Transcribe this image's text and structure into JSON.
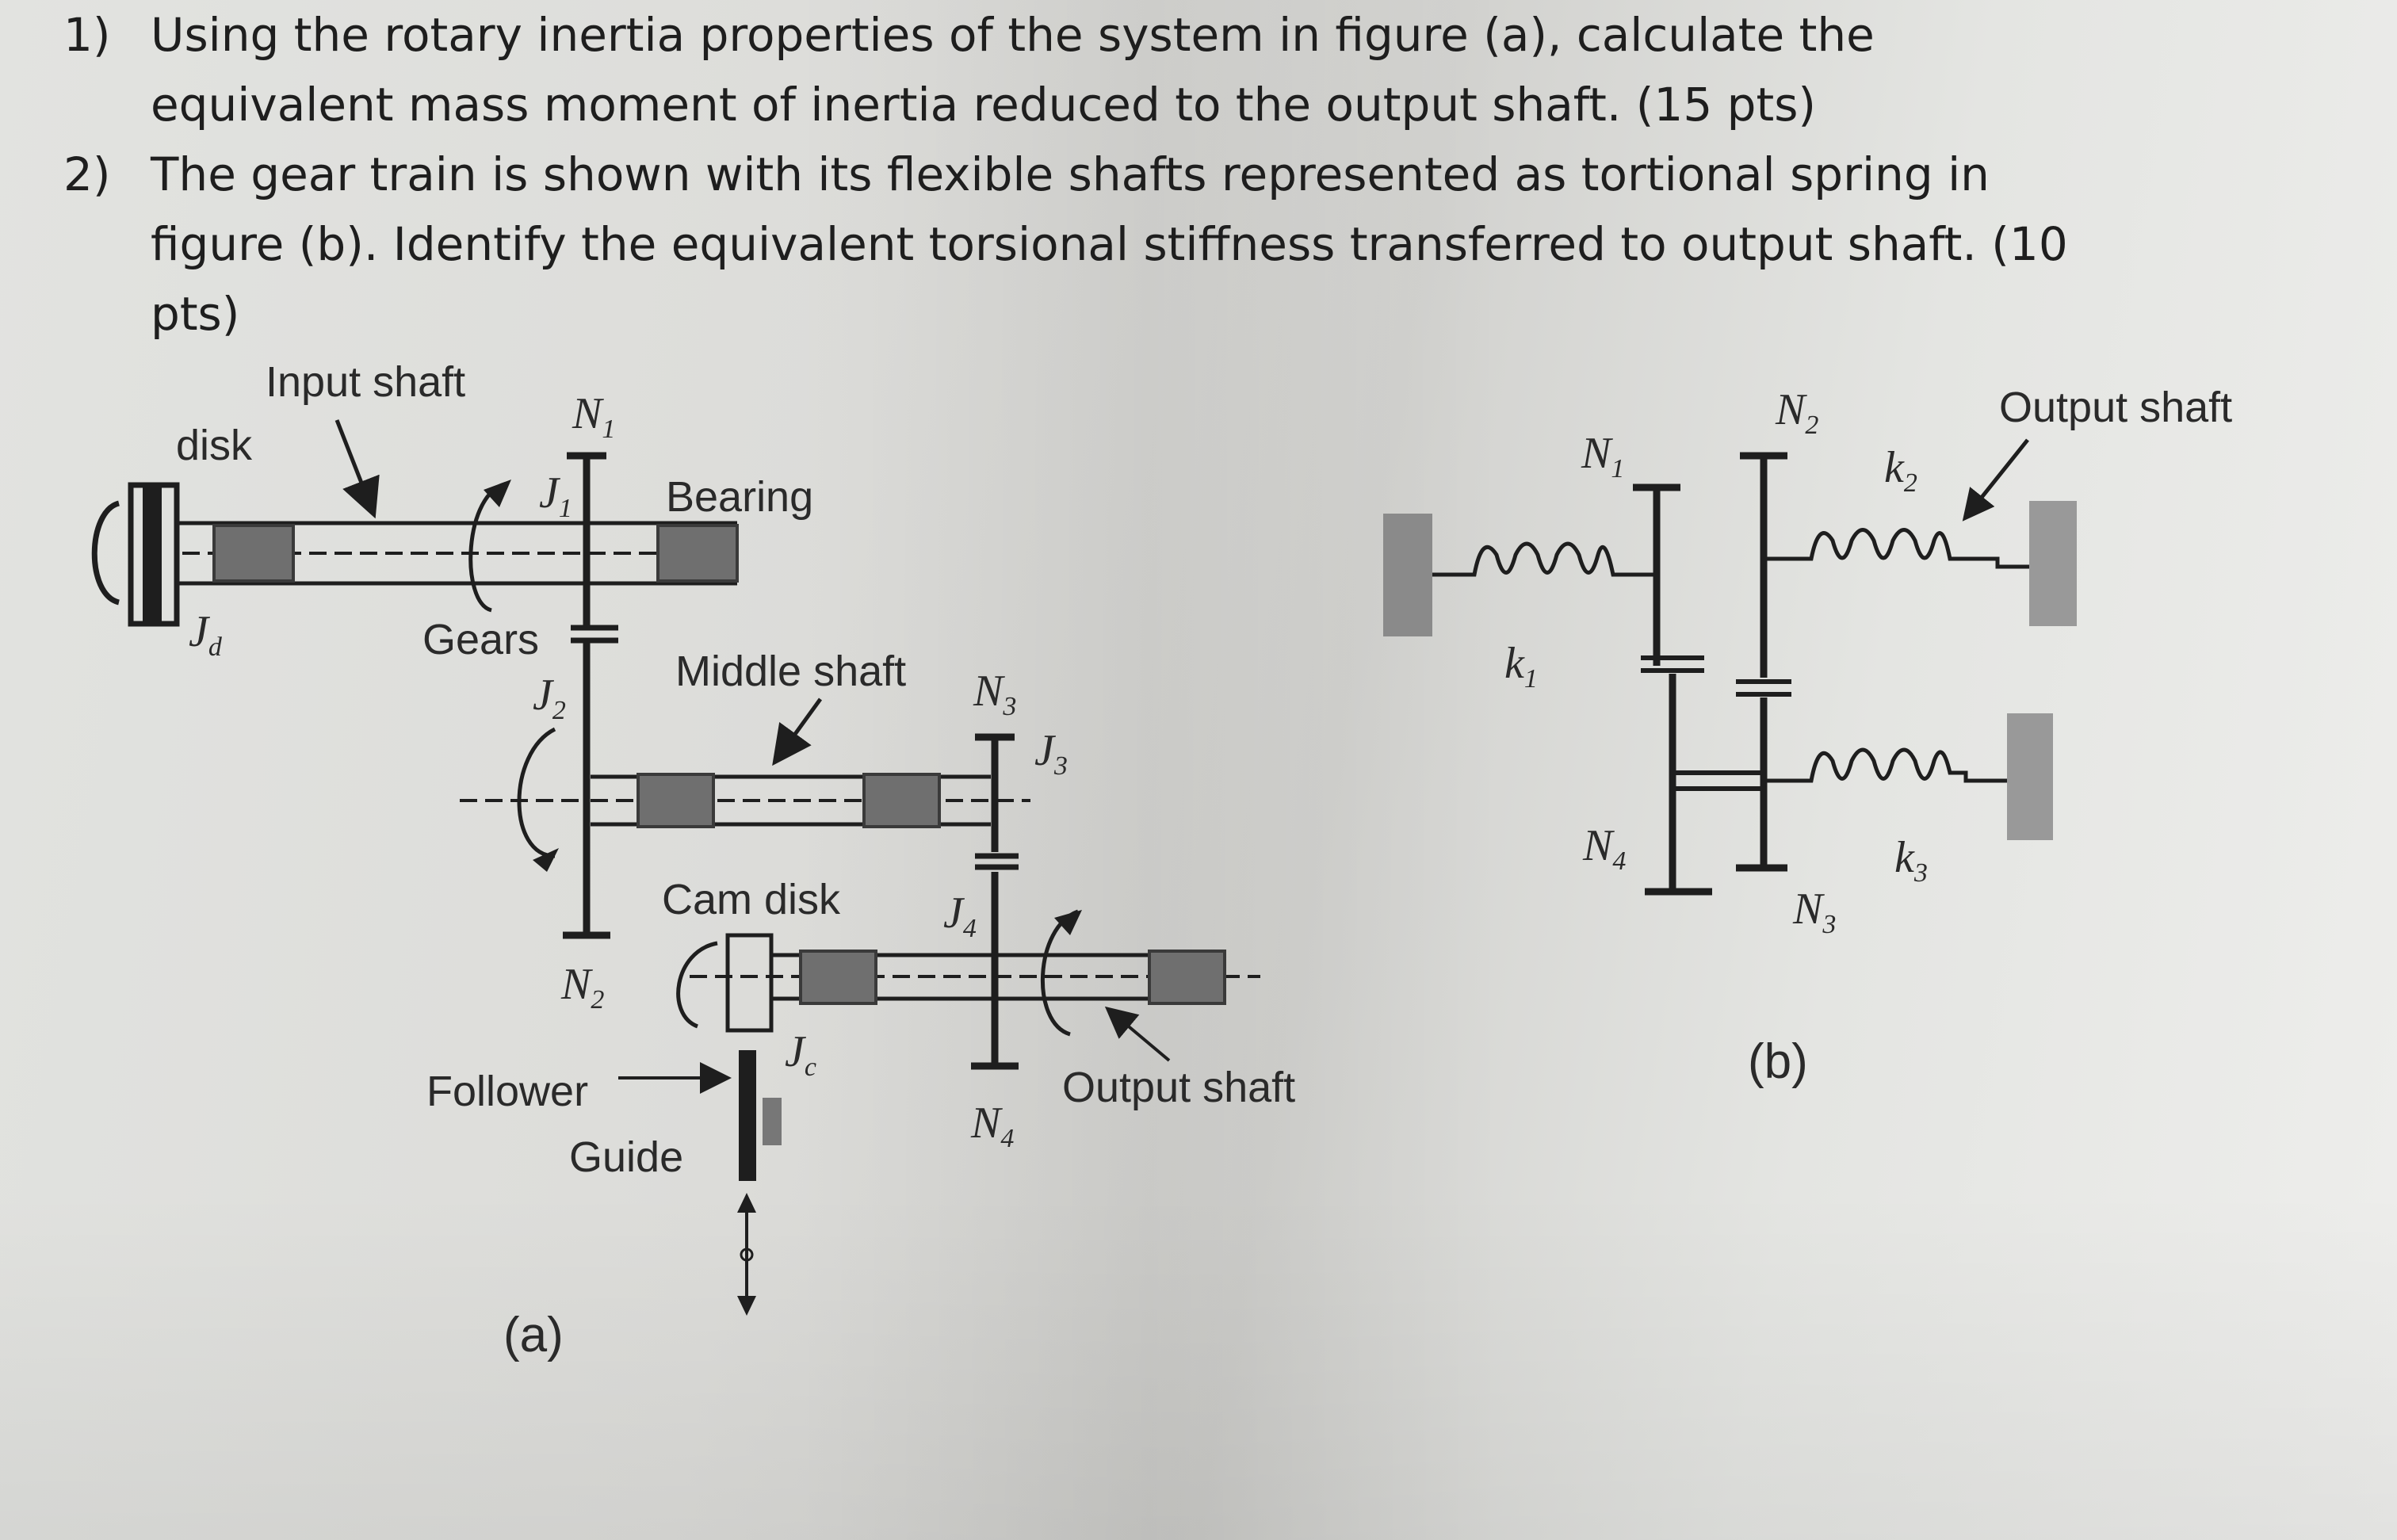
{
  "questions": [
    {
      "number": "1)",
      "text": "Using the rotary inertia properties of the system in figure (a), calculate the equivalent mass moment of inertia reduced to the output shaft. (15 pts)"
    },
    {
      "number": "2)",
      "text": "The gear train is shown with its flexible shafts represented as tortional spring in figure (b). Identify the equivalent torsional stiffness transferred to output shaft. (10 pts)"
    }
  ],
  "figure_a": {
    "caption": "(a)",
    "labels": {
      "input_shaft": "Input shaft",
      "disk": "disk",
      "bearing": "Bearing",
      "gears": "Gears",
      "middle_shaft": "Middle shaft",
      "cam_disk": "Cam disk",
      "follower": "Follower",
      "guide": "Guide",
      "output_shaft": "Output shaft"
    },
    "symbols": {
      "Jd": {
        "base": "J",
        "sub": "d"
      },
      "J1": {
        "base": "J",
        "sub": "1"
      },
      "J2": {
        "base": "J",
        "sub": "2"
      },
      "J3": {
        "base": "J",
        "sub": "3"
      },
      "J4": {
        "base": "J",
        "sub": "4"
      },
      "Jc": {
        "base": "J",
        "sub": "c"
      },
      "N1": {
        "base": "N",
        "sub": "1"
      },
      "N2": {
        "base": "N",
        "sub": "2"
      },
      "N3": {
        "base": "N",
        "sub": "3"
      },
      "N4": {
        "base": "N",
        "sub": "4"
      }
    }
  },
  "figure_b": {
    "caption": "(b)",
    "labels": {
      "output_shaft": "Output shaft"
    },
    "symbols": {
      "N1": {
        "base": "N",
        "sub": "1"
      },
      "N2": {
        "base": "N",
        "sub": "2"
      },
      "N3": {
        "base": "N",
        "sub": "3"
      },
      "N4": {
        "base": "N",
        "sub": "4"
      },
      "k1": {
        "base": "k",
        "sub": "1"
      },
      "k2": {
        "base": "k",
        "sub": "2"
      },
      "k3": {
        "base": "k",
        "sub": "3"
      }
    }
  },
  "colors": {
    "ink": "#1e1e1e",
    "bearing_fill": "#6f6f6f",
    "wall_fill": "#8a8a8a",
    "paper": "#e0e0dd"
  }
}
